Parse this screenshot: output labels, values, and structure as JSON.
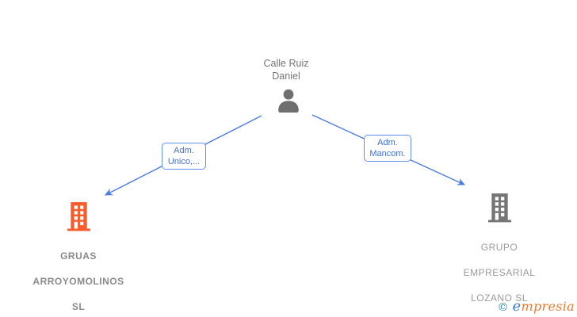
{
  "diagram": {
    "root_person": {
      "full_name": "Calle Ruiz Daniel",
      "name_lines": [
        "Calle Ruiz",
        "Daniel"
      ]
    },
    "edges": [
      {
        "full_label": "Adm. Unico,...",
        "label_lines": [
          "Adm.",
          "Unico,..."
        ],
        "from": "Calle Ruiz Daniel",
        "to": "GRUAS ARROYOMOLINOS SL"
      },
      {
        "full_label": "Adm. Mancom.",
        "label_lines": [
          "Adm.",
          "Mancom."
        ],
        "from": "Calle Ruiz Daniel",
        "to": "GRUPO EMPRESARIAL LOZANO SL"
      }
    ],
    "companies": [
      {
        "full_name": "GRUAS ARROYOMOLINOS SL",
        "name_lines": [
          "GRUAS",
          "ARROYOMOLINOS",
          "SL"
        ],
        "highlighted": true
      },
      {
        "full_name": "GRUPO EMPRESARIAL LOZANO SL",
        "name_lines": [
          "GRUPO",
          "EMPRESARIAL",
          "LOZANO SL"
        ],
        "highlighted": false
      }
    ],
    "colors": {
      "edge_line": "#4a7de2",
      "edge_label_text": "#4170d8",
      "edge_label_border": "#5f8eea",
      "person_icon": "#6f6f6f",
      "person_text": "#757575",
      "company_highlight_icon": "#f95c2c",
      "company_default_icon": "#757575",
      "company_highlight_text": "#8a8a8a",
      "company_default_text": "#9b9b9b"
    }
  },
  "watermark": {
    "copyright_symbol": "©",
    "brand_initial": "e",
    "brand_rest": "mpresia",
    "colors": {
      "copyright": "#2e809f",
      "initial": "#3a7dc2",
      "rest": "#e87a2e"
    }
  }
}
